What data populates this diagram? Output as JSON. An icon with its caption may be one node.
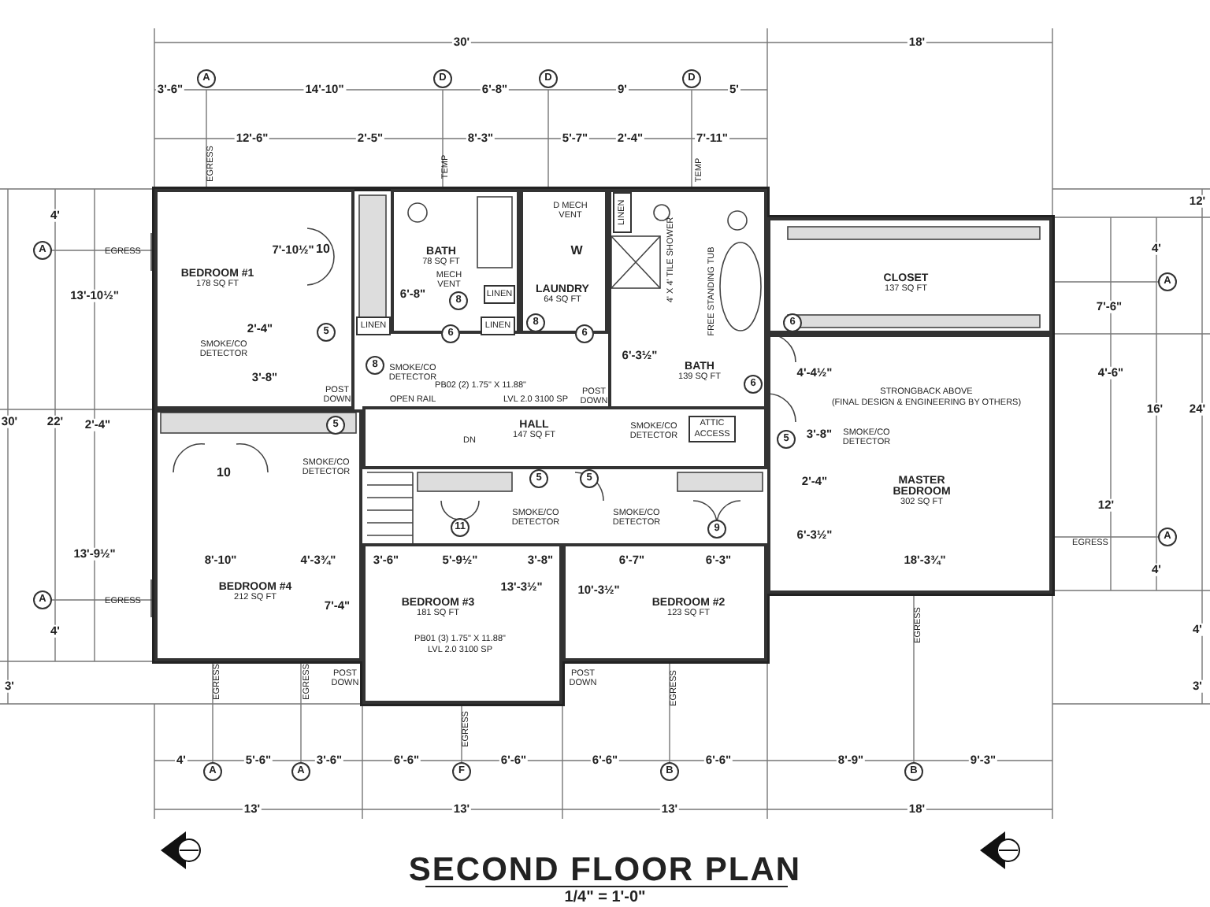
{
  "diagram": {
    "title": "SECOND FLOOR PLAN",
    "caption": "1/4\" = 1'-0\"",
    "nodes": [
      {
        "text": [
          "BEDROOM #1",
          "178 SQ FT"
        ]
      },
      {
        "text": [
          "BATH",
          "78 SQ FT"
        ]
      },
      {
        "text": [
          "LINEN"
        ],
        "in": 1
      },
      {
        "text": [
          "LINEN"
        ],
        "in": 1
      },
      {
        "text": [
          "LAUNDRY",
          "64 SQ FT"
        ]
      },
      {
        "text": [
          "BATH",
          "139 SQ FT"
        ]
      },
      {
        "text": [
          "LINEN"
        ],
        "in": 5
      },
      {
        "text": [
          "LINEN"
        ]
      },
      {
        "text": [
          "CLOSET",
          "137 SQ FT"
        ]
      },
      {
        "text": [
          "HALL",
          "147 SQ FT"
        ]
      },
      {
        "text": [
          "ATTIC ACCESS"
        ],
        "in": 9
      },
      {
        "text": [
          "MASTER BEDROOM",
          "302 SQ FT"
        ]
      },
      {
        "text": [
          "BEDROOM #4",
          "212 SQ FT"
        ]
      },
      {
        "text": [
          "BEDROOM #3",
          "181 SQ FT"
        ]
      },
      {
        "text": [
          "BEDROOM #2",
          "123 SQ FT"
        ]
      }
    ],
    "labels": [
      "30'",
      "18'",
      "3'-6\"",
      "A",
      "14'-10\"",
      "D",
      "6'-8\"",
      "D",
      "9'",
      "D",
      "5'",
      "12'-6\"",
      "2'-5\"",
      "8'-3\"",
      "5'-7\"",
      "2'-4\"",
      "7'-11\"",
      "EGRESS",
      "TEMP",
      "TEMP",
      "12'",
      "D MECH VENT",
      "4'",
      "A",
      "EGRESS",
      "7'-10½\"",
      "10",
      "W",
      "4' X 4' TILE SHOWER",
      "FREE STANDING TUB",
      "MECH VENT",
      "4'",
      "A",
      "13'-10½\"",
      "6'-8\"",
      "8",
      "7'-6\"",
      "2'-4\"",
      "5",
      "6",
      "8",
      "6",
      "6",
      "SMOKE/CO DETECTOR",
      "6'-3½\"",
      "8",
      "SMOKE/CO DETECTOR",
      "3'-8\"",
      "6",
      "4'-4½\"",
      "4'-6\"",
      "POST DOWN",
      "PB02 (2) 1.75\" X 11.88\"",
      "OPEN RAIL",
      "LVL 2.0 3100 SP",
      "POST DOWN",
      "STRONGBACK ABOVE",
      "(FINAL DESIGN & ENGINEERING BY OTHERS)",
      "30'",
      "22'",
      "2'-4\"",
      "5",
      "DN",
      "SMOKE/CO DETECTOR",
      "5",
      "3'-8\"",
      "SMOKE/CO DETECTOR",
      "16'",
      "24'",
      "10",
      "SMOKE/CO DETECTOR",
      "5",
      "5",
      "2'-4\"",
      "12'",
      "SMOKE/CO DETECTOR",
      "SMOKE/CO DETECTOR",
      "11",
      "9",
      "6'-3½\"",
      "EGRESS",
      "A",
      "13'-9½\"",
      "8'-10\"",
      "4'-3¾\"",
      "3'-6\"",
      "5'-9½\"",
      "3'-8\"",
      "6'-7\"",
      "6'-3\"",
      "18'-3¾\"",
      "4'",
      "A",
      "EGRESS",
      "7'-4\"",
      "13'-3½\"",
      "10'-3½\"",
      "EGRESS",
      "4'",
      "4'",
      "PB01 (3) 1.75\" X 11.88\"",
      "LVL 2.0 3100 SP",
      "POST DOWN",
      "POST DOWN",
      "EGRESS",
      "EGRESS",
      "EGRESS",
      "3'",
      "3'",
      "EGRESS",
      "4'",
      "A",
      "5'-6\"",
      "A",
      "3'-6\"",
      "6'-6\"",
      "F",
      "6'-6\"",
      "6'-6\"",
      "B",
      "6'-6\"",
      "8'-9\"",
      "B",
      "9'-3\"",
      "13'",
      "13'",
      "13'",
      "18'"
    ]
  }
}
